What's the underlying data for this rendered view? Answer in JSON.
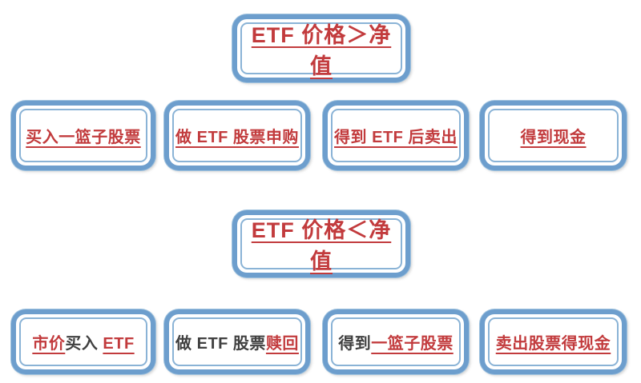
{
  "colors": {
    "border_outer_blue": "#6d9ecd",
    "border_inner_blue": "#8ab3d6",
    "text_red": "#c23b3d",
    "text_black": "#404040",
    "background": "#ffffff"
  },
  "headers": {
    "top": "ETF 价格＞净值",
    "bottom": "ETF 价格＜净值"
  },
  "row1": {
    "box1": "买入一篮子股票",
    "box2": "做 ETF 股票申购",
    "box3": "得到 ETF 后卖出",
    "box4": "得到现金"
  },
  "row2": {
    "box1": {
      "seg1": "市价",
      "seg2": "买入 ",
      "seg3": "ETF"
    },
    "box2": {
      "seg1": "做 ETF 股票",
      "seg2": "赎回"
    },
    "box3": {
      "seg1": "得到",
      "seg2": "一篮子股票"
    },
    "box4": "卖出股票得现金"
  }
}
